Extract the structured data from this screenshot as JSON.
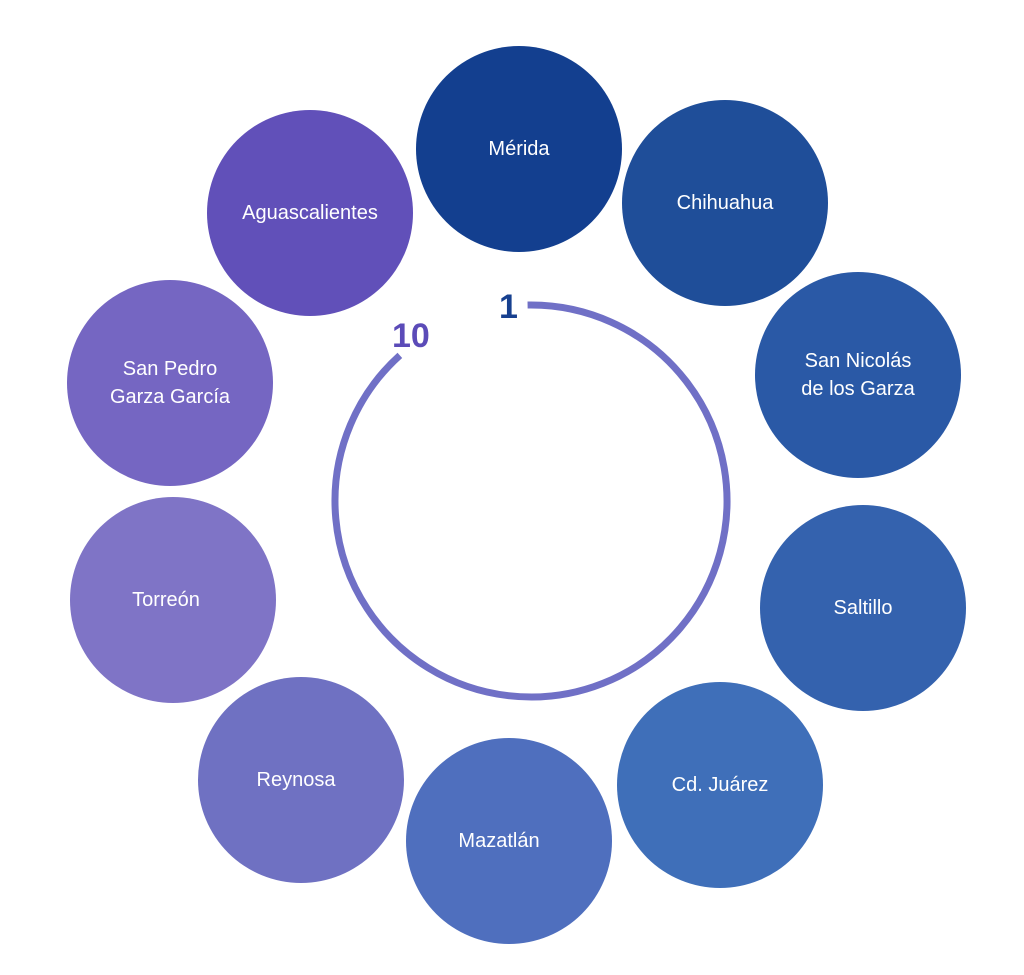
{
  "diagram": {
    "title": "",
    "ring": {
      "start_label": "1",
      "end_label": "10",
      "color": "#7070c6"
    },
    "start_label_color": "#17408f",
    "end_label_color": "#5b4bb8",
    "nodes": [
      {
        "rank": 1,
        "label": "Mérida",
        "color": "#133f8f"
      },
      {
        "rank": 2,
        "label": "Chihuahua",
        "color": "#1f4e99"
      },
      {
        "rank": 3,
        "label": "San Nicolás\nde los Garza",
        "color": "#2a59a6"
      },
      {
        "rank": 4,
        "label": "Saltillo",
        "color": "#3462ae"
      },
      {
        "rank": 5,
        "label": "Cd.  Juárez",
        "color": "#3f6fb9"
      },
      {
        "rank": 6,
        "label": "Mazatlán",
        "color": "#4f6fbe"
      },
      {
        "rank": 7,
        "label": "Reynosa",
        "color": "#6f71c2"
      },
      {
        "rank": 8,
        "label": "Torreón",
        "color": "#7f74c6"
      },
      {
        "rank": 9,
        "label": "San Pedro\nGarza García",
        "color": "#7566c2"
      },
      {
        "rank": 10,
        "label": "Aguascalientes",
        "color": "#6150b9"
      }
    ]
  }
}
